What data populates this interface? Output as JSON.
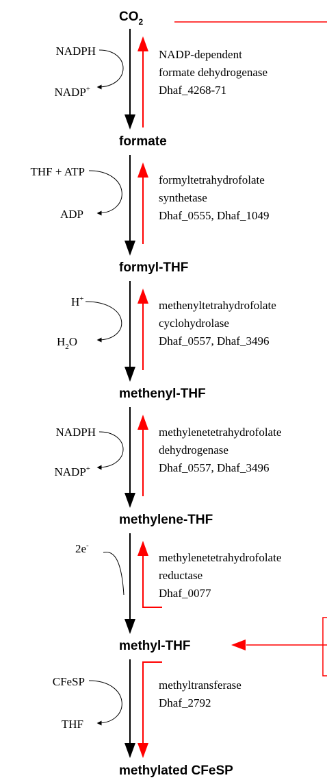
{
  "colors": {
    "forward_arrow": "#000000",
    "reverse_arrow": "#ff0000",
    "text": "#000000",
    "background": "#ffffff"
  },
  "metabolites": {
    "co2": {
      "base": "CO",
      "sub": "2"
    },
    "formate": "formate",
    "formyl_thf": "formyl-THF",
    "methenyl_thf": "methenyl-THF",
    "methylene_thf": "methylene-THF",
    "methyl_thf": "methyl-THF",
    "methylated_cfesp": "methylated CFeSP"
  },
  "steps": [
    {
      "cofactor_in": {
        "base": "NADPH",
        "sup": "",
        "sub": ""
      },
      "cofactor_out": {
        "base": "NADP",
        "sup": "+",
        "sub": ""
      },
      "enzyme_lines": [
        "NADP-dependent",
        "formate dehydrogenase",
        "Dhaf_4268-71"
      ]
    },
    {
      "cofactor_in": {
        "base": "THF + ATP",
        "sup": "",
        "sub": ""
      },
      "cofactor_out": {
        "base": "ADP",
        "sup": "",
        "sub": ""
      },
      "enzyme_lines": [
        "formyltetrahydrofolate",
        "synthetase",
        "Dhaf_0555, Dhaf_1049"
      ]
    },
    {
      "cofactor_in": {
        "base": "H",
        "sup": "+",
        "sub": ""
      },
      "cofactor_out": {
        "base": "H",
        "sub": "2",
        "tail": "O"
      },
      "enzyme_lines": [
        "methenyltetrahydrofolate",
        "cyclohydrolase",
        "Dhaf_0557, Dhaf_3496"
      ]
    },
    {
      "cofactor_in": {
        "base": "NADPH",
        "sup": "",
        "sub": ""
      },
      "cofactor_out": {
        "base": "NADP",
        "sup": "+",
        "sub": ""
      },
      "enzyme_lines": [
        "methylenetetrahydrofolate",
        "dehydrogenase",
        "Dhaf_0557, Dhaf_3496"
      ]
    },
    {
      "cofactor_in": {
        "base": "2e",
        "sup": "-",
        "sub": ""
      },
      "cofactor_out": null,
      "enzyme_lines": [
        "methylenetetrahydrofolate",
        "reductase",
        "Dhaf_0077"
      ]
    },
    {
      "cofactor_in": {
        "base": "CFeSP",
        "sup": "",
        "sub": ""
      },
      "cofactor_out": {
        "base": "THF",
        "sup": "",
        "sub": ""
      },
      "enzyme_lines": [
        "methyltransferase",
        "Dhaf_2792"
      ]
    }
  ]
}
